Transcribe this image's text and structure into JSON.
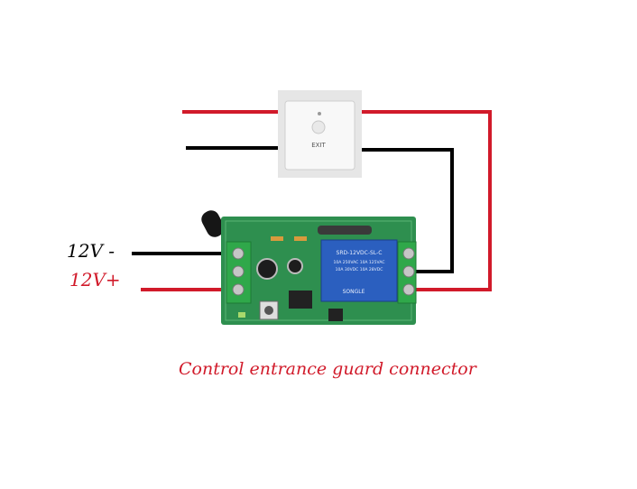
{
  "labels": {
    "negative": "12V -",
    "positive": "12V+",
    "caption": "Control entrance  guard  connector",
    "button_text": "EXIT",
    "relay_lines": [
      "SRD-12VDC-SL-C",
      "10A 250VAC 10A 125VAC",
      "10A 30VDC 10A 28VDC"
    ],
    "relay_brand": "SONGLE"
  },
  "colors": {
    "positive_wire": "#d11a2a",
    "negative_wire": "#000000",
    "pcb": "#2e8f4f",
    "terminal": "#2fa84a",
    "relay": "#2b5fbf"
  }
}
